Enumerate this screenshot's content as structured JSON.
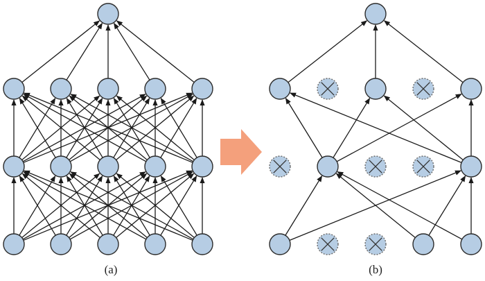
{
  "colors": {
    "node_fill": "#b6cde4",
    "node_stroke": "#2b2b2b",
    "dropped_stroke": "#6a6a6a",
    "edge": "#1a1a1a",
    "arrow": "#f4a07c",
    "background": "#ffffff"
  },
  "panels": [
    {
      "caption": "(a)",
      "layers": [
        {
          "dropped": [
            false,
            false,
            false,
            false,
            false
          ]
        },
        {
          "dropped": [
            false,
            false,
            false,
            false,
            false
          ]
        },
        {
          "dropped": [
            false,
            false,
            false,
            false,
            false
          ]
        },
        {
          "dropped": [
            false
          ]
        }
      ],
      "edges": "full"
    },
    {
      "caption": "(b)",
      "layers": [
        {
          "dropped": [
            false,
            true,
            true,
            false,
            false
          ]
        },
        {
          "dropped": [
            true,
            false,
            true,
            true,
            false
          ]
        },
        {
          "dropped": [
            false,
            true,
            false,
            true,
            false
          ]
        },
        {
          "dropped": [
            false
          ]
        }
      ],
      "edges": [
        [
          0,
          0,
          1,
          1
        ],
        [
          0,
          0,
          1,
          4
        ],
        [
          0,
          3,
          1,
          1
        ],
        [
          0,
          3,
          1,
          4
        ],
        [
          0,
          4,
          1,
          1
        ],
        [
          0,
          4,
          1,
          4
        ],
        [
          1,
          1,
          2,
          0
        ],
        [
          1,
          1,
          2,
          2
        ],
        [
          1,
          1,
          2,
          4
        ],
        [
          1,
          4,
          2,
          0
        ],
        [
          1,
          4,
          2,
          2
        ],
        [
          1,
          4,
          2,
          4
        ],
        [
          2,
          0,
          3,
          0
        ],
        [
          2,
          2,
          3,
          0
        ],
        [
          2,
          4,
          3,
          0
        ]
      ]
    }
  ],
  "arrow_icon": "right-arrow-icon"
}
